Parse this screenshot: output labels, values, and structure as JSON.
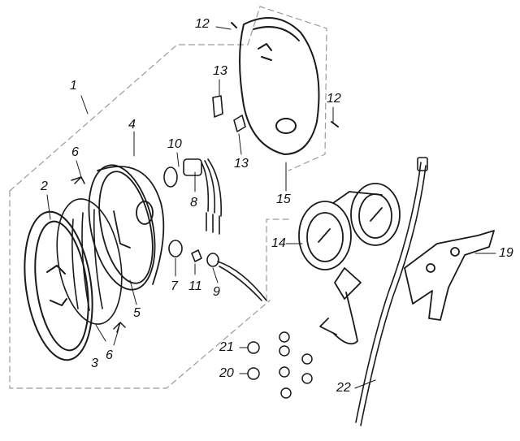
{
  "diagram": {
    "callouts": [
      {
        "id": "1",
        "label": "1"
      },
      {
        "id": "2",
        "label": "2"
      },
      {
        "id": "3",
        "label": "3"
      },
      {
        "id": "4",
        "label": "4"
      },
      {
        "id": "5",
        "label": "5"
      },
      {
        "id": "6a",
        "label": "6"
      },
      {
        "id": "6b",
        "label": "6"
      },
      {
        "id": "7",
        "label": "7"
      },
      {
        "id": "8",
        "label": "8"
      },
      {
        "id": "9",
        "label": "9"
      },
      {
        "id": "10",
        "label": "10"
      },
      {
        "id": "11",
        "label": "11"
      },
      {
        "id": "12a",
        "label": "12"
      },
      {
        "id": "12b",
        "label": "12"
      },
      {
        "id": "13a",
        "label": "13"
      },
      {
        "id": "13b",
        "label": "13"
      },
      {
        "id": "14",
        "label": "14"
      },
      {
        "id": "15",
        "label": "15"
      },
      {
        "id": "19",
        "label": "19"
      },
      {
        "id": "20",
        "label": "20"
      },
      {
        "id": "21",
        "label": "21"
      },
      {
        "id": "22",
        "label": "22"
      }
    ],
    "colors": {
      "line": "#1a1a1a",
      "dash": "#9a9a9a",
      "background": "#ffffff"
    }
  }
}
